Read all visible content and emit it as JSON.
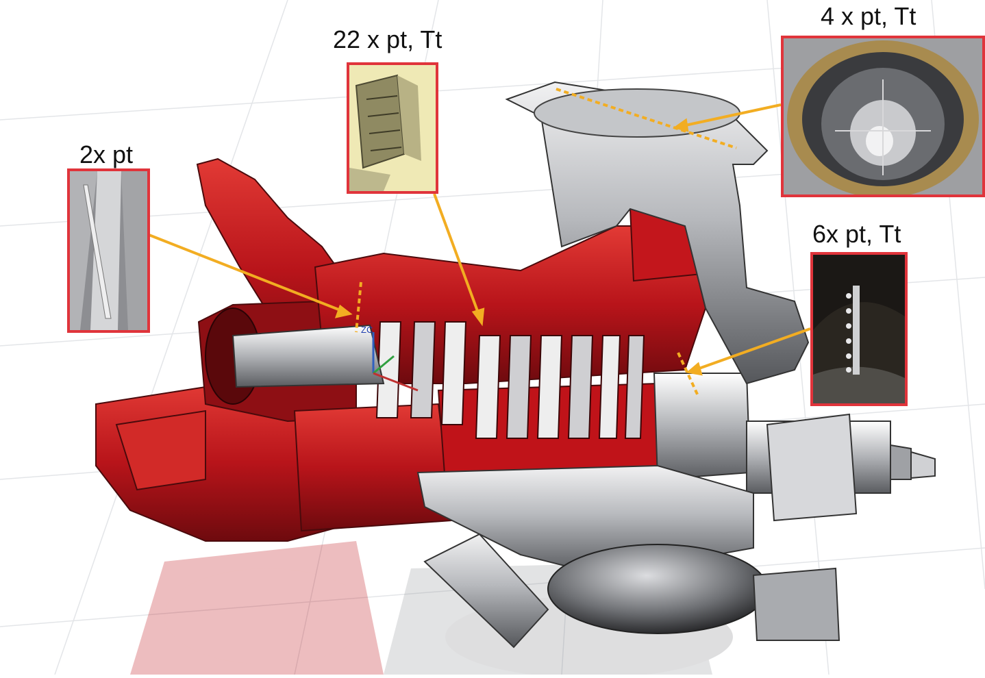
{
  "callouts": {
    "inlet": {
      "label": "2x pt"
    },
    "stage_probe": {
      "label": "22 x pt, Tt"
    },
    "outlet_flange": {
      "label": "4 x pt, Tt"
    },
    "exit_rake": {
      "label": "6x pt, Tt"
    }
  },
  "axis_marker": {
    "label": "ZC"
  },
  "colors": {
    "callout_border": "#e0343b",
    "leader_line": "#f2ad22",
    "casing_red": "#c0161c",
    "metal_grey": "#a8aaae"
  }
}
